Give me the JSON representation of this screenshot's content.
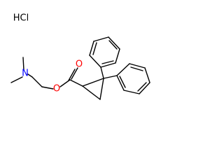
{
  "structure": {
    "salt_label": "HCl",
    "atoms": {
      "oxygen_carbonyl": "O",
      "oxygen_ester": "O",
      "nitrogen": "N"
    },
    "colors": {
      "bond": "#000000",
      "text": "#000000",
      "oxygen": "#ff0000",
      "nitrogen": "#0000ff"
    }
  }
}
